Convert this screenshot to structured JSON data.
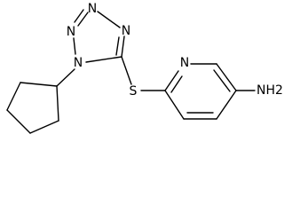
{
  "structure": {
    "bond_color": "#000000",
    "background_color": "#ffffff",
    "atoms": {
      "tetrazole_n_top": "N",
      "tetrazole_n_upper": "N",
      "tetrazole_n_right": "N",
      "tetrazole_n_substituted": "N",
      "sulfur": "S",
      "pyridine_n": "N",
      "amine": "NH2"
    }
  }
}
